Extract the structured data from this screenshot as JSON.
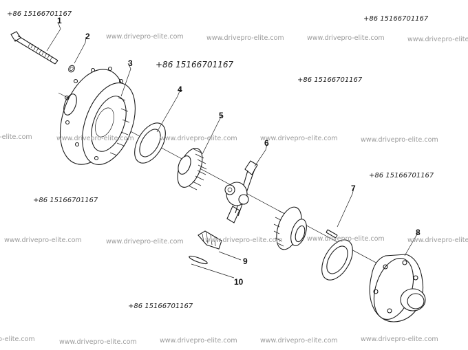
{
  "watermarks": {
    "phone": "+86 15166701167",
    "site": "www.drivepro-elite.com"
  },
  "callouts": [
    "1",
    "2",
    "3",
    "4",
    "5",
    "6",
    "7",
    "8",
    "9",
    "10"
  ]
}
